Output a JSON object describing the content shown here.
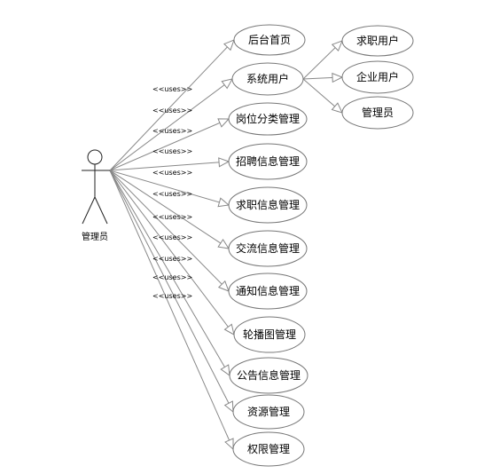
{
  "actor": {
    "label": "管理员"
  },
  "relation_label": "<<uses>>",
  "use_cases": [
    {
      "id": "home",
      "label": "后台首页"
    },
    {
      "id": "system-users",
      "label": "系统用户"
    },
    {
      "id": "post-category",
      "label": "岗位分类管理"
    },
    {
      "id": "recruit-info",
      "label": "招聘信息管理"
    },
    {
      "id": "jobseek-info",
      "label": "求职信息管理"
    },
    {
      "id": "exchange-info",
      "label": "交流信息管理"
    },
    {
      "id": "notice-info",
      "label": "通知信息管理"
    },
    {
      "id": "carousel",
      "label": "轮播图管理"
    },
    {
      "id": "announcement",
      "label": "公告信息管理"
    },
    {
      "id": "resources",
      "label": "资源管理"
    },
    {
      "id": "permissions",
      "label": "权限管理"
    }
  ],
  "sub_use_cases": [
    {
      "id": "job-seeker",
      "label": "求职用户"
    },
    {
      "id": "enterprise-user",
      "label": "企业用户"
    },
    {
      "id": "administrator",
      "label": "管理员"
    }
  ]
}
